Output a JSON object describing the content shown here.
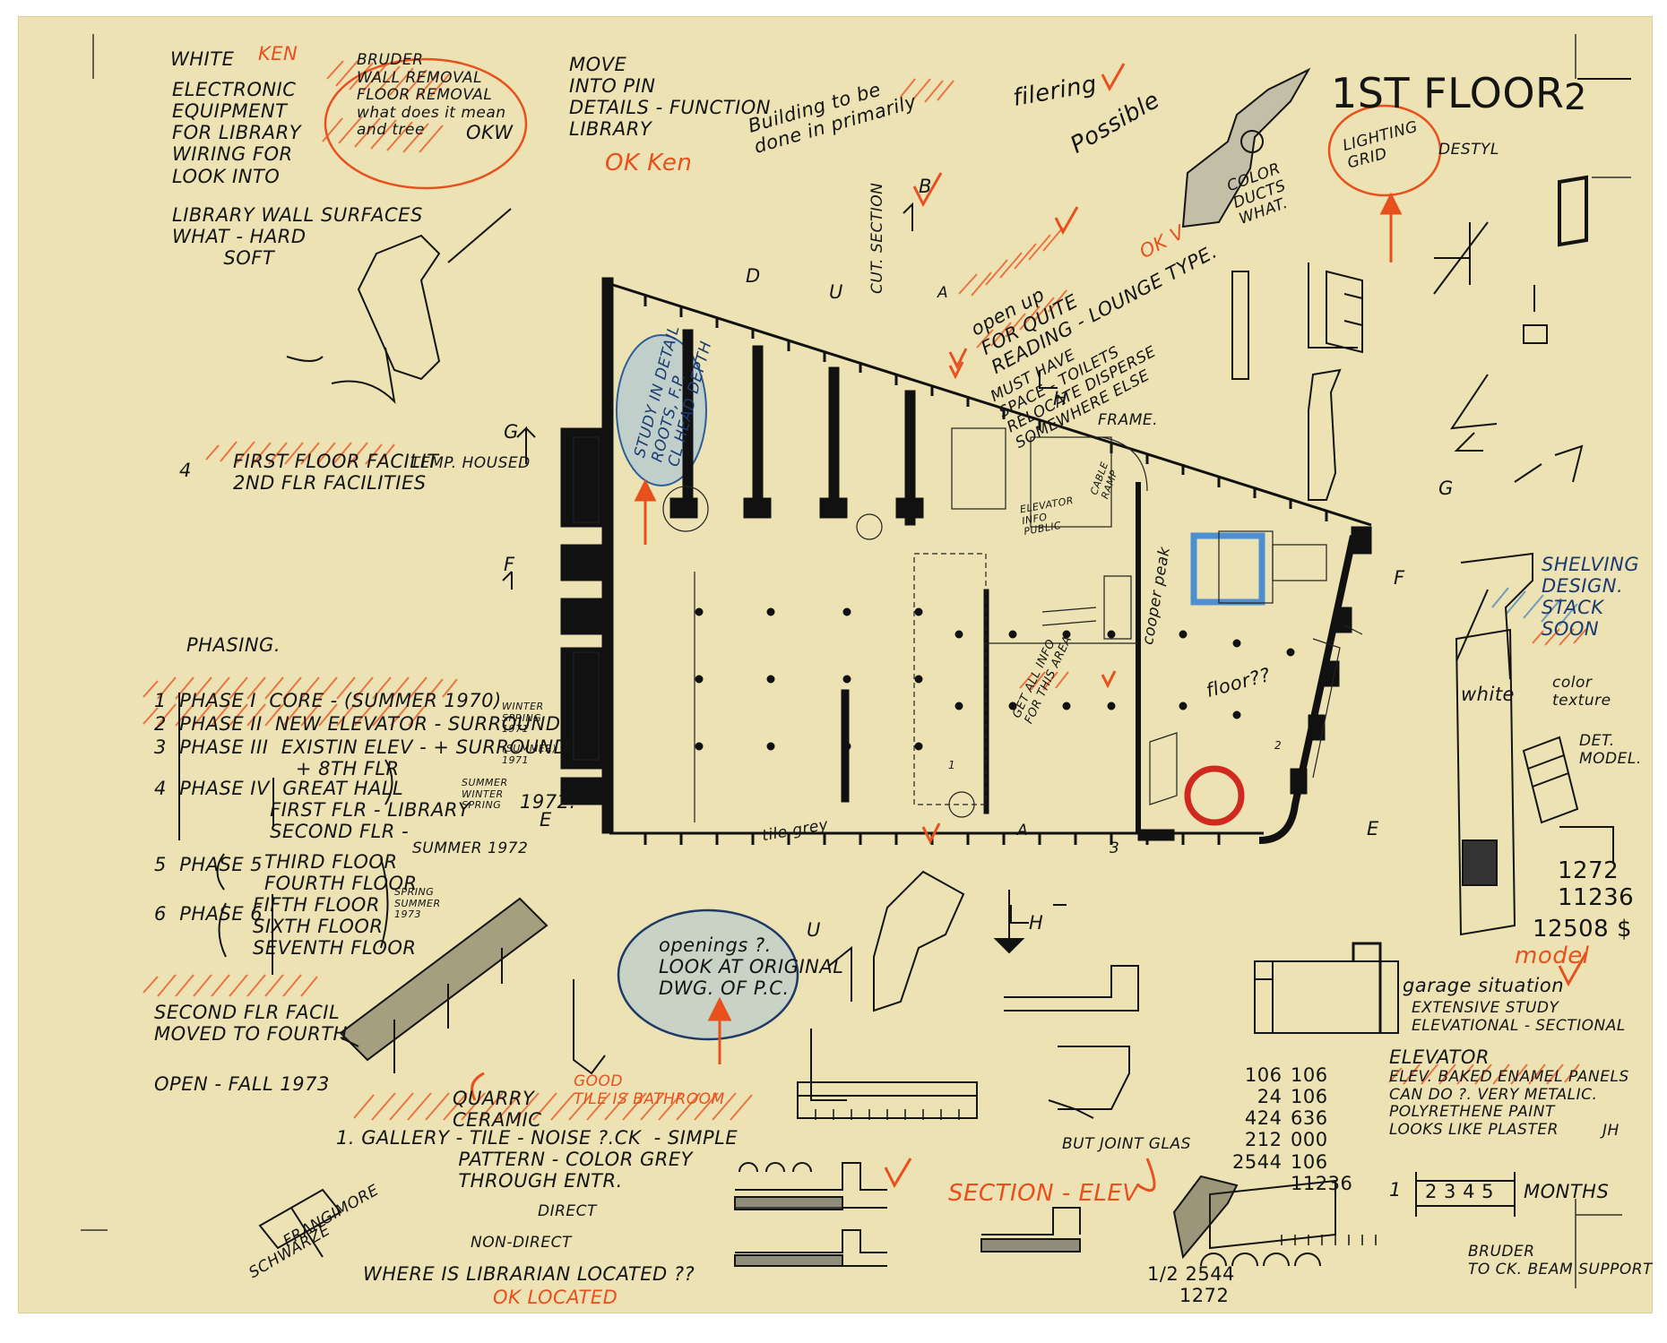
{
  "sheet": {
    "page_number": "2",
    "title": "1ST FLOOR"
  },
  "notes": {
    "white_ken_who": "WHITE",
    "white_ken_name": "KEN",
    "white_ken_list": "ELECTRONIC\nEQUIPMENT\nFOR LIBRARY\nWIRING FOR\nLOOK INTO",
    "bruder": "BRUDER\nWALL REMOVAL\nFLOOR REMOVAL\nwhat does it mean\nand tree",
    "bruder_okw": "OKW",
    "move_pin": "MOVE\nINTO PIN\nDETAILS - FUNCTION\nLIBRARY",
    "ok_ken_1": "OK Ken",
    "building_primarily": "Building to be\ndone in primarily",
    "filering": "filering",
    "possible": "Possible",
    "color_ducts": "COLOR\nDUCTS\nWHAT.",
    "lighting_grid": "LIGHTING\nGRID",
    "destyl": "DESTYL",
    "library_walls": "LIBRARY WALL SURFACES\nWHAT - HARD\n        SOFT",
    "open_up": "open up\nFOR QUITE\nREADING - LOUNGE TYPE.",
    "toilets": "MUST HAVE\nSPACE - TOILETS\nRELOCATE DISPERSE\nSOMEWHERE ELSE",
    "ok_v": "OK V",
    "cut_section": "CUT. SECTION",
    "frame": "FRAME.",
    "study_detail": "STUDY IN DETAIL\nROOTS, F.P.\nCL HEAD DEPTH",
    "first_floor_facil": "FIRST FLOOR FACILIT\n2ND FLR FACILITIES",
    "temp_housed": "TEMP. HOUSED",
    "circle_four": "4",
    "phasing": "PHASING.",
    "phase_1": "1  PHASE I  CORE - (SUMMER 1970)",
    "phase_2": "2  PHASE II  NEW ELEVATOR - SURROUND",
    "phase_2_date": "WINTER\nSPRING\n1971",
    "phase_3": "3  PHASE III  EXISTIN ELEV - + SURROUND\n                      + 8TH FLR",
    "phase_3_date": "(SUMMER)\n1971",
    "phase_4": "4  PHASE IV  GREAT HALL\n                  FIRST FLR - LIBRARY\n                  SECOND FLR -",
    "phase_4_date": "SUMMER\nWINTER\nSPRING",
    "year_1972a": "1972.",
    "phase_5": "5  PHASE 5",
    "phase_5_floors": "THIRD FLOOR\nFOURTH FLOOR",
    "summer_1972": "SUMMER 1972",
    "phase_6": "6  PHASE 6",
    "phase_6_floors": "FIFTH FLOOR\nSIXTH FLOOR\nSEVENTH FLOOR",
    "phase_6_date": "SPRING\nSUMMER\n1973",
    "second_flr_facil": "SECOND FLR FACIL\nMOVED TO FOURTH",
    "open_fall": "OPEN - FALL 1973",
    "get_all_info": "GET ALL INFO\nFOR THIS AREA",
    "cooper_peak": "cooper peak",
    "floor_q": "floor??",
    "tile_grey": "tile grey",
    "openings": "openings ?.\nLOOK AT ORIGINAL\nDWG. OF P.C.",
    "shelving": "SHELVING\nDESIGN.\nSTACK\nSOON",
    "white_label": "white",
    "color_texture": "color\ntexture",
    "det_model": "DET.\nMODEL.",
    "sum_top": "1272\n11236",
    "sum_total": "12508 $",
    "model": "model",
    "garage": "garage situation",
    "extensive": "EXTENSIVE STUDY\nELEVATIONAL - SECTIONAL",
    "elevator_title": "ELEVATOR",
    "elevator_body": "ELEV. BAKED ENAMEL PANELS\nCAN DO ?. VERY METALIC.\nPOLYRETHENE PAINT\nLOOKS LIKE PLASTER",
    "math_left": "106\n 24\n424\n212\n2544",
    "math_right": "106\n106\n636\n000\n106\n11236",
    "gallery_top": "QUARRY\nCERAMIC",
    "gallery_main": "1. GALLERY - TILE - NOISE ?.CK  - SIMPLE\n                   PATTERN - COLOR GREY\n                   THROUGH ENTR.",
    "tile_bath": "GOOD\nTILE IS BATHROOM",
    "butt_joint": "BUT JOINT GLAS",
    "section_elev": "SECTION - ELEV",
    "direct": "DIRECT",
    "non_direct": "NON-DIRECT",
    "librarian": "WHERE IS LIBRARIAN LOCATED ??",
    "ok_located": "OK LOCATED",
    "bottom_math": "1/2 2544\n     1272",
    "months_circle": "1",
    "months_nums": "2 3 4 5",
    "months": "MONTHS",
    "bruder_beam": "BRUDER\nTO CK. BEAM SUPPORT",
    "stamp_1": "SCHWARZE",
    "stamp_2": "FRANGIMORE",
    "initials": "JH",
    "grid_g": "G",
    "grid_f": "F",
    "grid_e": "E",
    "grid_h": "H",
    "grid_d": "D",
    "grid_u": "U",
    "grid_a": "A",
    "grid_b": "B",
    "grid_3": "3",
    "grid_1": "1",
    "grid_2": "2",
    "glass_note": "ELEVATOR\nINFO\nPUBLIC",
    "cable_note": "CABLE\nRAMP"
  },
  "colors": {
    "paper": "#ece2b3",
    "ink": "#141414",
    "orange": "#e8501d",
    "blue": "#3a7fc0",
    "red": "#d02a20"
  }
}
